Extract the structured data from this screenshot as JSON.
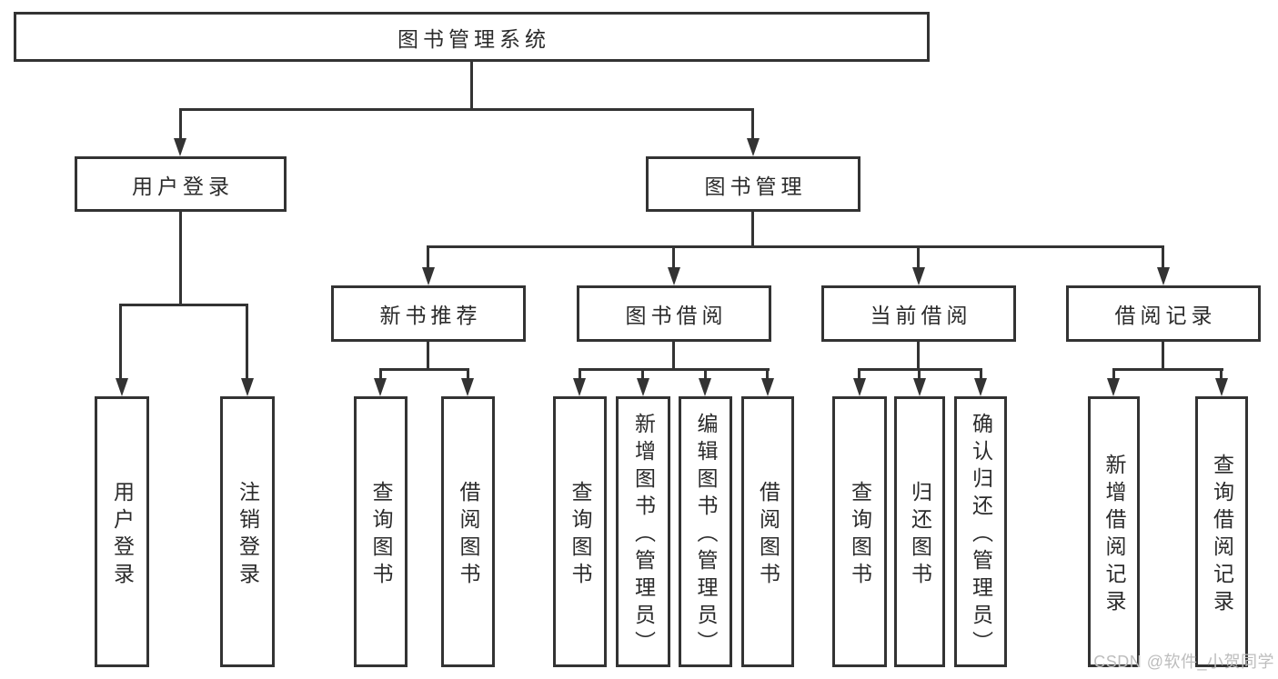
{
  "colors": {
    "line": "#333333",
    "text": "#2b2b2b",
    "watermark": "#bdbdbd",
    "background": "#ffffff"
  },
  "tree": {
    "root": {
      "label": "图书管理系统"
    },
    "branches": [
      {
        "label": "用户登录",
        "children": [
          "用户登录",
          "注销登录"
        ]
      },
      {
        "label": "图书管理",
        "groups": [
          {
            "label": "新书推荐",
            "children": [
              "查询图书",
              "借阅图书"
            ]
          },
          {
            "label": "图书借阅",
            "children": [
              "查询图书",
              "新增图书（管理员）",
              "编辑图书（管理员）",
              "借阅图书"
            ]
          },
          {
            "label": "当前借阅",
            "children": [
              "查询图书",
              "归还图书",
              "确认归还（管理员）"
            ]
          },
          {
            "label": "借阅记录",
            "children": [
              "新增借阅记录",
              "查询借阅记录"
            ]
          }
        ]
      }
    ]
  },
  "watermark": {
    "text": "CSDN @软件_小贺同学"
  }
}
